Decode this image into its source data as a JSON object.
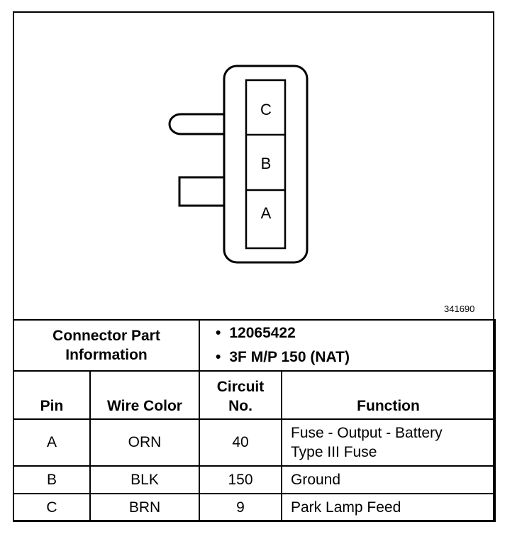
{
  "figure_id": "341690",
  "connector": {
    "cavities": [
      "C",
      "B",
      "A"
    ]
  },
  "part_info": {
    "label_line1": "Connector Part",
    "label_line2": "Information",
    "items": [
      "12065422",
      "3F M/P 150 (NAT)"
    ]
  },
  "columns": {
    "pin": "Pin",
    "wire_color": "Wire Color",
    "circuit_line1": "Circuit",
    "circuit_line2": "No.",
    "function": "Function"
  },
  "rows": [
    {
      "pin": "A",
      "wire_color": "ORN",
      "circuit": "40",
      "function_line1": "Fuse - Output - Battery",
      "function_line2": "Type III Fuse"
    },
    {
      "pin": "B",
      "wire_color": "BLK",
      "circuit": "150",
      "function_line1": "Ground"
    },
    {
      "pin": "C",
      "wire_color": "BRN",
      "circuit": "9",
      "function_line1": "Park Lamp Feed"
    }
  ]
}
